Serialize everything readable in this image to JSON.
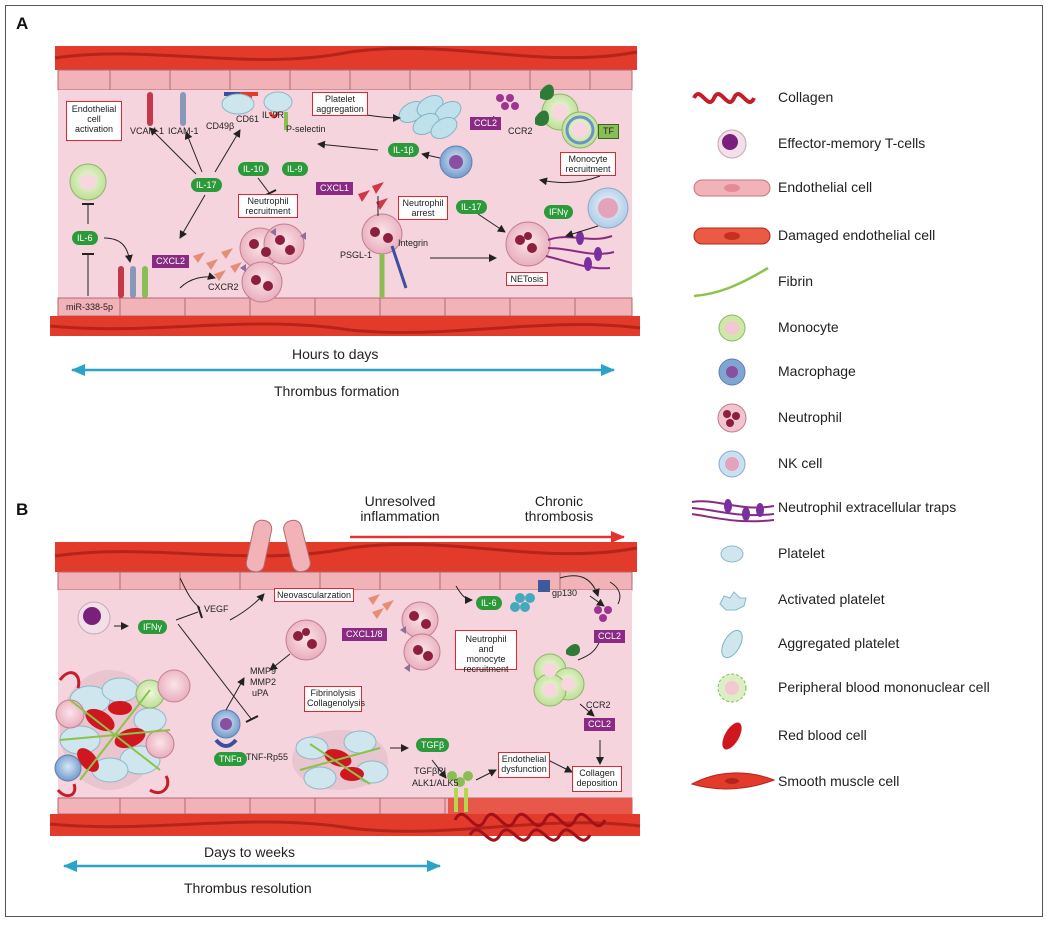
{
  "panels": {
    "a": {
      "letter": "A",
      "boxes": {
        "endo_activation": "Endothelial cell activation",
        "platelet_aggregation": "Platelet aggregation",
        "neutrophil_recruitment": "Neutrophil recruitment",
        "neutrophil_arrest": "Neutrophil arrest",
        "monocyte_recruitment": "Monocyte recruitment",
        "netosis": "NETosis"
      },
      "cytokines": {
        "il17_a": "IL-17",
        "il10": "IL-10",
        "il9": "IL-9",
        "il6": "IL-6",
        "il1b": "IL-1β",
        "il17_b": "IL-17",
        "ifng": "IFNγ"
      },
      "chemokines": {
        "ccl2": "CCL2",
        "cxcl1": "CXCL1",
        "cxcl2": "CXCL2",
        "tf": "TF"
      },
      "labels": {
        "vcam1": "VCAM-1",
        "icam1": "ICAM-1",
        "cd49b": "CD49β",
        "cd61": "CD61",
        "il9r": "IL-9R",
        "pselectin": "P-selectin",
        "ccr2": "CCR2",
        "psgl1": "PSGL-1",
        "integrin": "Integrin",
        "cxcr2": "CXCR2",
        "mir": "miR-338-5p"
      },
      "timeline": {
        "top": "Hours to days",
        "bottom": "Thrombus formation"
      }
    },
    "b": {
      "letter": "B",
      "phases": {
        "unresolved": "Unresolved inflammation",
        "chronic": "Chronic thrombosis"
      },
      "boxes": {
        "neovascularization": "Neovascularzation",
        "fibrinolysis": "Fibrinolysis Collagenolysis",
        "neutro_mono": "Neutrophil and monocyte recruitment",
        "endo_dysfunction": "Endothelial dysfunction",
        "collagen_deposition": "Collagen deposition"
      },
      "cytokines": {
        "ifng": "IFNγ",
        "tnfa": "TNFα",
        "tgfb": "TGFβ",
        "il6": "IL-6"
      },
      "chemokines": {
        "cxcl18": "CXCL1/8",
        "ccl2_a": "CCL2",
        "ccl2_b": "CCL2"
      },
      "labels": {
        "vegf": "VEGF",
        "mmp9": "MMP9",
        "mmp2": "MMP2",
        "upa": "uPA",
        "tnfrp55": "TNF-Rp55",
        "tgfbri": "TGFβRI",
        "alk": "ALK1/ALK5",
        "gp130": "gp130",
        "ccr2": "CCR2"
      },
      "timeline": {
        "top": "Days to weeks",
        "bottom": "Thrombus resolution"
      }
    }
  },
  "legend": [
    {
      "icon": "collagen-icon",
      "label": "Collagen"
    },
    {
      "icon": "effector-memory-t-cell-icon",
      "label": "Effector-memory T-cells"
    },
    {
      "icon": "endothelial-cell-icon",
      "label": "Endothelial cell"
    },
    {
      "icon": "damaged-endothelial-cell-icon",
      "label": "Damaged endothelial cell"
    },
    {
      "icon": "fibrin-icon",
      "label": "Fibrin"
    },
    {
      "icon": "monocyte-icon",
      "label": "Monocyte"
    },
    {
      "icon": "macrophage-icon",
      "label": "Macrophage"
    },
    {
      "icon": "neutrophil-icon",
      "label": "Neutrophil"
    },
    {
      "icon": "nk-cell-icon",
      "label": "NK cell"
    },
    {
      "icon": "neutrophil-extracellular-traps-icon",
      "label": "Neutrophil extracellular traps"
    },
    {
      "icon": "platelet-icon",
      "label": "Platelet"
    },
    {
      "icon": "activated-platelet-icon",
      "label": "Activated platelet"
    },
    {
      "icon": "aggregated-platelet-icon",
      "label": "Aggregated platelet"
    },
    {
      "icon": "pbmc-icon",
      "label": "Peripheral blood mononuclear cell"
    },
    {
      "icon": "red-blood-cell-icon",
      "label": "Red blood cell"
    },
    {
      "icon": "smooth-muscle-cell-icon",
      "label": "Smooth muscle cell"
    }
  ],
  "colors": {
    "lumen": "#f6d4de",
    "endothelium": "#f2b3b8",
    "smooth_muscle": "#e23b2b",
    "cytokine_green": "#2c9a3a",
    "chemokine_purple": "#8b2a83",
    "box_red": "#e3262d",
    "timeline_blue": "#2aa3c9",
    "chronic_red": "#e5322d"
  }
}
